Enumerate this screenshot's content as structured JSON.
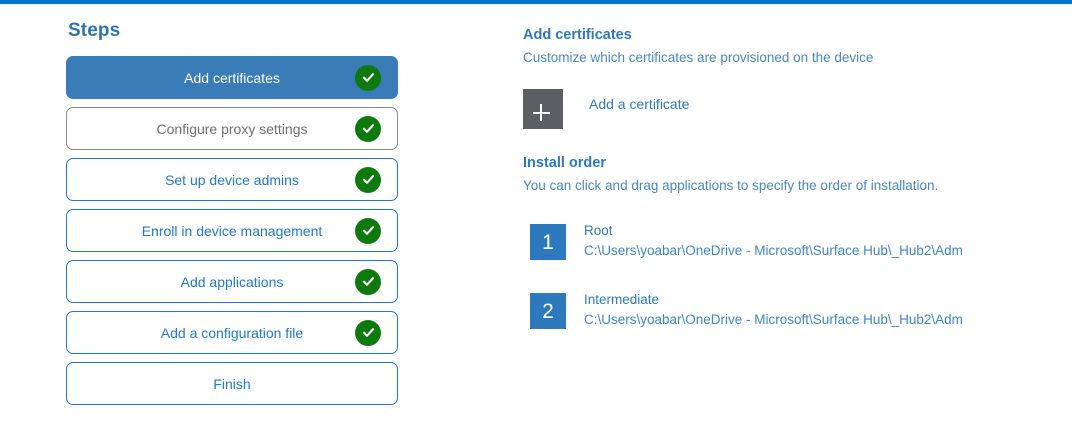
{
  "accent_color": "#0078c8",
  "theme": {
    "link_blue": "#2079d2",
    "heading_blue": "#2e74b5",
    "active_step_bg": "#3a7cb8",
    "check_green": "#0e7a0e",
    "tile_gray": "#5a5f63",
    "badge_blue": "#2e79bd"
  },
  "steps_panel": {
    "title": "Steps",
    "items": [
      {
        "label": "Add certificates",
        "state": "active",
        "completed": true,
        "icon": "check-circle-icon"
      },
      {
        "label": "Configure proxy settings",
        "state": "muted",
        "completed": true,
        "icon": "check-circle-icon"
      },
      {
        "label": "Set up device admins",
        "state": "normal",
        "completed": true,
        "icon": "check-circle-icon"
      },
      {
        "label": "Enroll in device management",
        "state": "normal",
        "completed": true,
        "icon": "check-circle-icon"
      },
      {
        "label": "Add applications",
        "state": "normal",
        "completed": true,
        "icon": "check-circle-icon"
      },
      {
        "label": "Add a configuration file",
        "state": "normal",
        "completed": true,
        "icon": "check-circle-icon"
      },
      {
        "label": "Finish",
        "state": "normal",
        "completed": false,
        "icon": ""
      }
    ]
  },
  "detail": {
    "heading": "Add certificates",
    "subheading": "Customize which certificates are provisioned on the device",
    "add_tile_icon": "plus-icon",
    "add_link_label": "Add a certificate",
    "install_order": {
      "heading": "Install order",
      "subheading": "You can click and drag applications to specify the order of installation.",
      "items": [
        {
          "number": "1",
          "name": "Root",
          "path": "C:\\Users\\yoabar\\OneDrive - Microsoft\\Surface Hub\\_Hub2\\Adm"
        },
        {
          "number": "2",
          "name": "Intermediate",
          "path": "C:\\Users\\yoabar\\OneDrive - Microsoft\\Surface Hub\\_Hub2\\Adm"
        }
      ]
    }
  }
}
